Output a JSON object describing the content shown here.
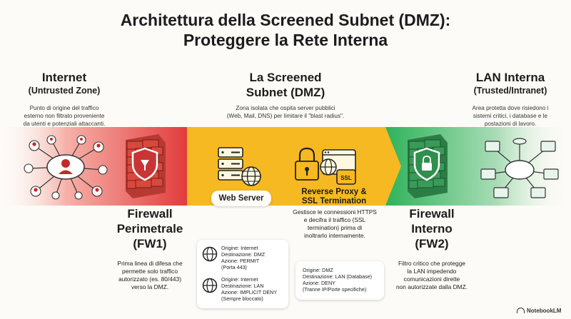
{
  "title": {
    "line1": "Architettura della Screened Subnet (DMZ):",
    "line2": "Proteggere la Rete Interna"
  },
  "internet": {
    "title": "Internet",
    "subtitle": "(Untrusted Zone)",
    "desc": [
      "Punto di origine del traffico",
      "esterno non filtrato proveniente",
      "da utenti e potenziali attaccanti."
    ]
  },
  "dmz": {
    "title1": "La Screened",
    "title2": "Subnet (DMZ)",
    "desc": [
      "Zona isolata che ospita server pubblici",
      "(Web, Mail, DNS) per limitare il \"blast radius\"."
    ]
  },
  "lan": {
    "title": "LAN Interna",
    "subtitle": "(Trusted/Intranet)",
    "desc": [
      "Area protetta dove risiedono i",
      "sistemi critici, i database e le",
      "postazioni di lavoro."
    ]
  },
  "fw1": {
    "lines": [
      "Firewall",
      "Perimetrale",
      "(FW1)"
    ],
    "desc": [
      "Prima linea di difesa che",
      "permette solo traffico",
      "autorizzato (es. 80/443)",
      "verso la DMZ."
    ]
  },
  "fw2": {
    "lines": [
      "Firewall",
      "Interno",
      "(FW2)"
    ],
    "desc": [
      "Filtro critico che protegge",
      "la LAN impedendo",
      "comunicazioni dirette",
      "non autorizzate dalla DMZ."
    ]
  },
  "web_server": {
    "label": "Web Server"
  },
  "proxy": {
    "line1": "Reverse Proxy &",
    "line2": "SSL Termination",
    "ssl_badge": "SSL",
    "desc": [
      "Gestisce le connessioni HTTPS",
      "e decifra il traffico (SSL",
      "termination) prima di",
      "inoltrarlo internamente."
    ]
  },
  "rules_fw1": [
    {
      "icon": "globe-icon",
      "lines": [
        "Origine: Internet",
        "Destinazione: DMZ",
        "Azione: PERMIT",
        "(Porta 443)"
      ]
    },
    {
      "icon": "globe-icon",
      "lines": [
        "Origine: Internet",
        "Destinazione: LAN",
        "Azione: IMPLICIT DENY",
        "(Sempre bloccato)"
      ]
    }
  ],
  "rules_fw2": {
    "lines": [
      "Origine: DMZ",
      "Destinazione: LAN (Database)",
      "Azione: DENY",
      "(Tranne IP/Porte specifiche)"
    ]
  },
  "watermark": "NotebookLM",
  "colors": {
    "untrusted": "#e23a3a",
    "dmz": "#f6b921",
    "trusted": "#2fb35a",
    "wall_red": "#d8493d",
    "wall_green": "#3a9a58"
  }
}
